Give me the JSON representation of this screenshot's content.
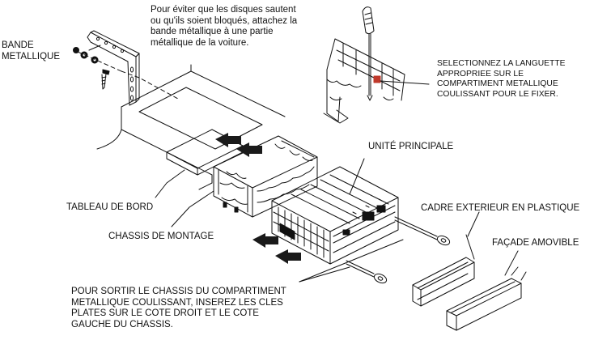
{
  "labels": {
    "bande_metallique": "BANDE\nMETALLIQUE",
    "attach_note": "Pour éviter que les disques sautent\nou qu'ils soient bloqués, attachez la\nbande métallique à une partie\nmétallique de la voiture.",
    "languette": "SELECTIONNEZ LA LANGUETTE\nAPPROPRIEE SUR LE\nCOMPARTIMENT METALLIQUE\nCOULISSANT POUR LE FIXER.",
    "unite_principale": "UNITÉ PRINCIPALE",
    "cadre_exterieur": "CADRE EXTERIEUR EN PLASTIQUE",
    "facade_amovible": "FAÇADE AMOVIBLE",
    "tableau_de_bord": "TABLEAU DE BORD",
    "chassis_montage": "CHASSIS DE MONTAGE",
    "sortir_chassis": "POUR SORTIR LE CHASSIS DU COMPARTIMENT\nMETALLIQUE COULISSANT, INSEREZ LES CLES\nPLATES SUR LE COTE DROIT ET LE COTE\nGAUCHE DU CHASSIS."
  },
  "colors": {
    "ink": "#111111",
    "arrow_fill": "#1a1a1a",
    "highlight": "#c0392b"
  }
}
